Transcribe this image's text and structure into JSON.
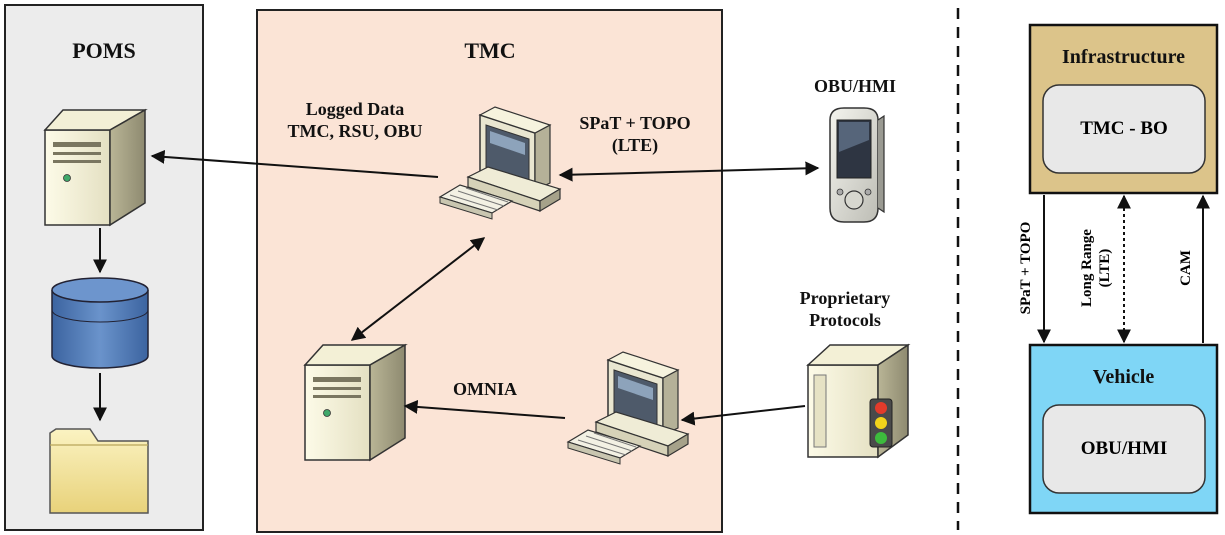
{
  "poms": {
    "title": "POMS"
  },
  "tmc": {
    "title": "TMC",
    "logged_data_line1": "Logged Data",
    "logged_data_line2": "TMC, RSU, OBU",
    "spat_line1": "SPaT + TOPO",
    "spat_line2": "(LTE)",
    "omnia": "OMNIA"
  },
  "obu_hmi": {
    "title": "OBU/HMI"
  },
  "proprietary": {
    "line1": "Proprietary",
    "line2": "Protocols"
  },
  "architecture": {
    "infrastructure": "Infrastructure",
    "tmc_bo": "TMC - BO",
    "vehicle": "Vehicle",
    "obu_hmi": "OBU/HMI",
    "link_spat": "SPaT + TOPO",
    "link_long_range_line1": "Long Range",
    "link_long_range_line2": "(LTE)",
    "link_cam": "CAM"
  },
  "colors": {
    "poms_bg": "#ececec",
    "tmc_bg": "#fbe4d6",
    "infrastructure_bg": "#dcc48a",
    "vehicle_bg": "#7fd6f6",
    "inner_box_bg": "#e8e8e8",
    "database_blue": "#4f7bb5",
    "folder_yellow": "#f3e39a"
  },
  "icons": [
    "server-icon",
    "database-icon",
    "folder-icon",
    "computer-icon",
    "handheld-device-icon",
    "signal-controller-icon"
  ]
}
